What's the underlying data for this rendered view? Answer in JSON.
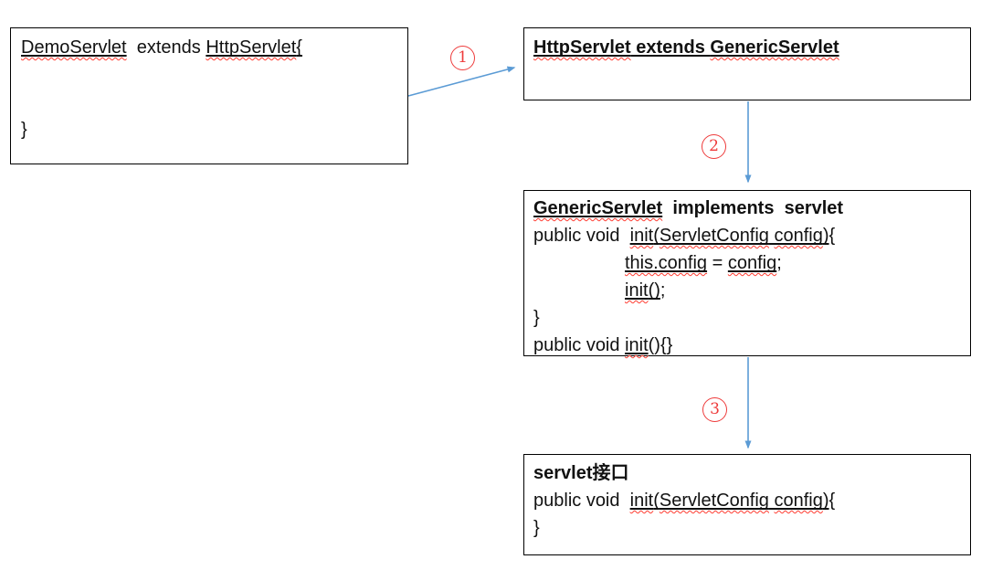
{
  "diagram": {
    "title_implied": "Servlet init() inheritance chain",
    "colors": {
      "arrow": "#5b9bd5",
      "badge": "#ee3b3b",
      "squiggle": "#ff3b30",
      "border": "#000000",
      "text": "#111111",
      "background": "#ffffff"
    },
    "boxes": [
      {
        "name": "demo-servlet",
        "lines": [
          {
            "segments": [
              {
                "t": "DemoServlet",
                "u": true,
                "sp": true
              },
              {
                "t": "  extends "
              },
              {
                "t": "HttpServlet",
                "u": true,
                "sp": true
              },
              {
                "t": "{",
                "u": true
              }
            ]
          },
          {
            "segments": []
          },
          {
            "segments": []
          },
          {
            "segments": [
              {
                "t": "}"
              }
            ]
          }
        ]
      },
      {
        "name": "http-servlet",
        "lines": [
          {
            "segments": [
              {
                "t": "HttpServlet",
                "b": true,
                "u": true,
                "sp": true
              },
              {
                "t": " extends ",
                "b": true,
                "u": true
              },
              {
                "t": "GenericServlet",
                "b": true,
                "u": true,
                "sp": true
              }
            ]
          }
        ]
      },
      {
        "name": "generic-servlet",
        "lines": [
          {
            "segments": [
              {
                "t": "GenericServlet",
                "b": true,
                "u": true,
                "sp": true
              },
              {
                "t": "  implements  servlet",
                "b": true
              }
            ]
          },
          {
            "segments": [
              {
                "t": "public void  "
              },
              {
                "t": "init",
                "u": true,
                "sp": true
              },
              {
                "t": "(",
                "u": true
              },
              {
                "t": "ServletConfig",
                "u": true,
                "sp": true
              },
              {
                "t": " ",
                "u": true
              },
              {
                "t": "config",
                "u": true,
                "sp": true
              },
              {
                "t": ")",
                "u": true
              },
              {
                "t": "{"
              }
            ]
          },
          {
            "indent": true,
            "segments": [
              {
                "t": "this.config",
                "u": true,
                "sp": true
              },
              {
                "t": " = "
              },
              {
                "t": "config",
                "u": true,
                "sp": true
              },
              {
                "t": ";"
              }
            ]
          },
          {
            "indent": true,
            "segments": [
              {
                "t": "init",
                "u": true,
                "sp": true
              },
              {
                "t": "()",
                "u": true
              },
              {
                "t": ";"
              }
            ]
          },
          {
            "segments": [
              {
                "t": "}"
              }
            ]
          },
          {
            "segments": [
              {
                "t": "public void "
              },
              {
                "t": "init",
                "u": true,
                "sp": true
              },
              {
                "t": "(){}"
              }
            ]
          }
        ]
      },
      {
        "name": "servlet-interface",
        "lines": [
          {
            "segments": [
              {
                "t": "servlet",
                "b": true
              },
              {
                "t": "接口",
                "b": true
              }
            ]
          },
          {
            "segments": [
              {
                "t": "public void  "
              },
              {
                "t": "init",
                "u": true,
                "sp": true
              },
              {
                "t": "(",
                "u": true
              },
              {
                "t": "ServletConfig",
                "u": true,
                "sp": true
              },
              {
                "t": " ",
                "u": true
              },
              {
                "t": "config",
                "u": true,
                "sp": true
              },
              {
                "t": ")",
                "u": true
              },
              {
                "t": "{"
              }
            ]
          },
          {
            "segments": [
              {
                "t": "}"
              }
            ]
          }
        ]
      }
    ],
    "badges": [
      {
        "label": "1"
      },
      {
        "label": "2"
      },
      {
        "label": "3"
      }
    ],
    "arrows": [
      {
        "step": "1",
        "from": "demo-servlet",
        "to": "http-servlet"
      },
      {
        "step": "2",
        "from": "http-servlet",
        "to": "generic-servlet"
      },
      {
        "step": "3",
        "from": "generic-servlet",
        "to": "servlet-interface"
      }
    ]
  }
}
